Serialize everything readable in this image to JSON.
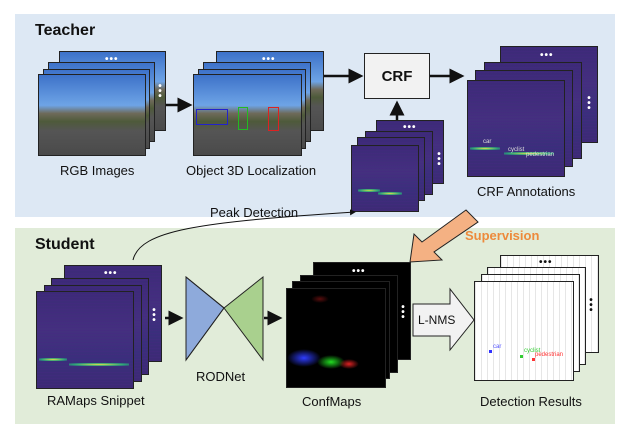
{
  "teacher": {
    "title": "Teacher",
    "rgb_label": "RGB Images",
    "loc_label": "Object 3D Localization",
    "crf_label": "CRF",
    "crf_annotations_label": "CRF Annotations",
    "peak_detection_label": "Peak Detection",
    "annotation_tags": [
      "car",
      "cyclist",
      "pedestrian"
    ]
  },
  "student": {
    "title": "Student",
    "ramaps_label": "RAMaps Snippet",
    "rodnet_label": "RODNet",
    "confmaps_label": "ConfMaps",
    "lnms_label": "L-NMS",
    "detection_label": "Detection Results",
    "detection_tags": [
      "car",
      "cyclist",
      "pedestrian"
    ]
  },
  "supervision_label": "Supervision",
  "ellipsis": "•••",
  "vellipsis": "•\n•\n•",
  "colors": {
    "teacher_bg": "#dde8f4",
    "student_bg": "#e1ecd9",
    "supervision": "#ed8a3c",
    "supervision_arrow": "#f4b183",
    "encoder": "#8eaadb",
    "decoder": "#a9d08e",
    "car": "#3333ff",
    "cyclist": "#33cc33",
    "pedestrian": "#ff3333"
  }
}
